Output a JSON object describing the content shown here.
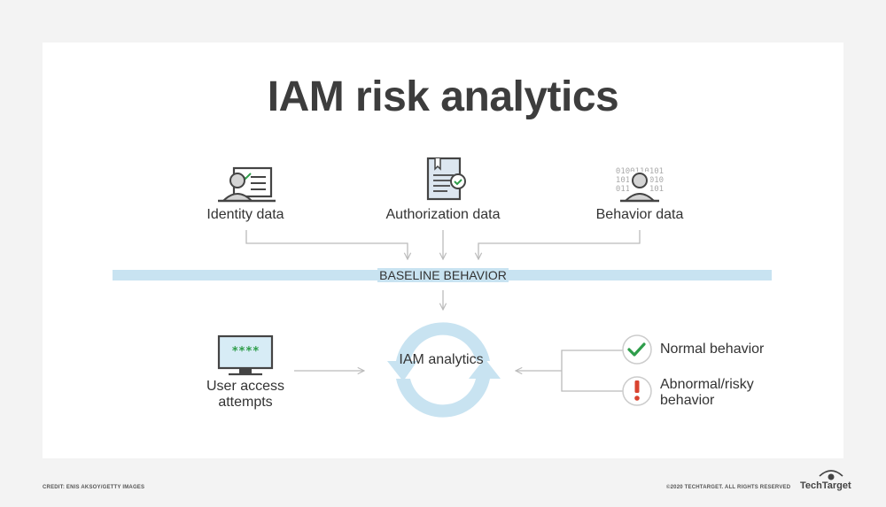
{
  "title": "IAM risk analytics",
  "sources": {
    "identity": "Identity data",
    "authorization": "Authorization data",
    "behavior": "Behavior data"
  },
  "binary_text": {
    "line1": "0100110101",
    "line2": "1011000010",
    "line3": "0110010101"
  },
  "baseline": "BASELINE BEHAVIOR",
  "center": "IAM analytics",
  "user_access": "User access attempts",
  "password_mask": "****",
  "outcomes": {
    "normal": "Normal behavior",
    "abnormal": "Abnormal/risky behavior"
  },
  "footer": {
    "credit": "CREDIT: ENIS AKSOY/GETTY IMAGES",
    "copyright": "©2020 TECHTARGET. ALL RIGHTS RESERVED",
    "brand": "TechTarget"
  },
  "colors": {
    "accent_blue": "#c8e3f1",
    "check_green": "#2e9d4a",
    "alert_red": "#d9432f"
  }
}
